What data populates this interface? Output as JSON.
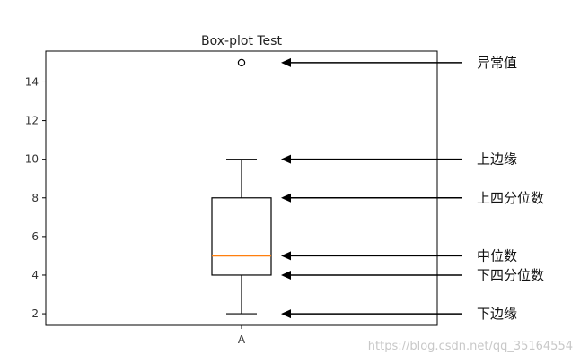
{
  "chart_data": {
    "type": "box",
    "title": "Box-plot Test",
    "categories": [
      "A"
    ],
    "boxes": [
      {
        "category": "A",
        "whisker_low": 2,
        "q1": 4,
        "median": 5,
        "q3": 8,
        "whisker_high": 10,
        "outliers": [
          15
        ]
      }
    ],
    "ylim": [
      1.4,
      15.6
    ],
    "yticks": [
      2,
      4,
      6,
      8,
      10,
      12,
      14
    ],
    "grid": false,
    "colors": {
      "box": "#000000",
      "median": "#ff7f0e",
      "frame": "#000000"
    },
    "annotations": [
      {
        "text": "异常值",
        "y": 15
      },
      {
        "text": "上边缘",
        "y": 10
      },
      {
        "text": "上四分位数",
        "y": 8
      },
      {
        "text": "中位数",
        "y": 5
      },
      {
        "text": "下四分位数",
        "y": 4
      },
      {
        "text": "下边缘",
        "y": 2
      }
    ]
  },
  "watermark": "https://blog.csdn.net/qq_35164554"
}
